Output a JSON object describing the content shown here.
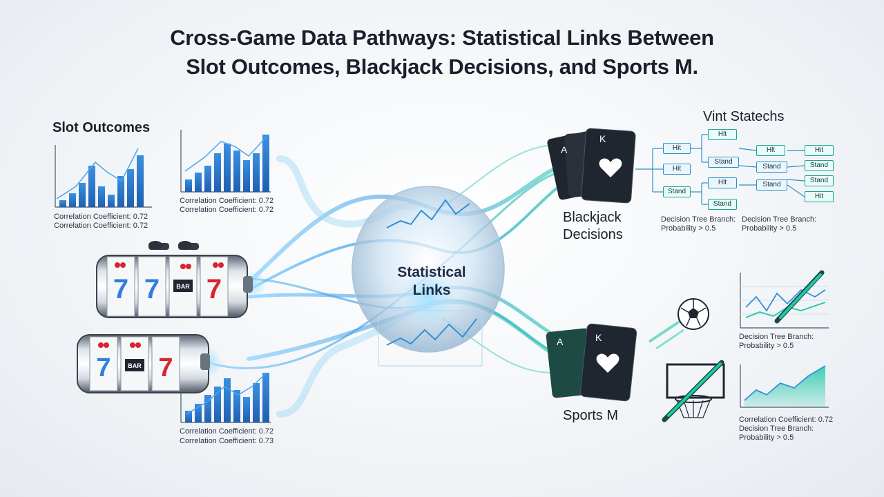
{
  "title": {
    "line1": "Cross-Game Data Pathways: Statistical Links Between",
    "line2": "Slot Outcomes, Blackjack Decisions, and Sports M."
  },
  "slot_section": {
    "heading": "Slot Outcomes",
    "chart1_caption_a": "Correlation Coefficient: 0.72",
    "chart1_caption_b": "Correlation Coefficient: 0.72",
    "chart2_caption_a": "Correlation Coefficient: 0.72",
    "chart2_caption_b": "Correlation Coefficient: 0.72",
    "chart3_caption_a": "Correlation Coefficient: 0.72",
    "chart3_caption_b": "Correlation Coefficient: 0.73",
    "bar_label": "BAR"
  },
  "center": {
    "label_line1": "Statistical",
    "label_line2": "Links"
  },
  "blackjack_section": {
    "label_line1": "Blackjack",
    "label_line2": "Decisions",
    "tree_heading": "Vint Statechs",
    "tree_caption_left_a": "Decision Tree Branch:",
    "tree_caption_left_b": "Probability > 0.5",
    "tree_caption_right_a": "Decision Tree Branch:",
    "tree_caption_right_b": "Probability > 0.5",
    "tree_nodes": {
      "n1": "Hit",
      "n2": "Hit",
      "n3": "Stand",
      "n4": "Hlt",
      "n5": "Stand",
      "n6": "Hlt",
      "n7": "Stand",
      "n8": "Hlt",
      "n9": "Stand",
      "n10": "Stand",
      "n11": "Hit",
      "n12": "Stand",
      "n13": "Stand",
      "n14": "Hit"
    }
  },
  "sports_section": {
    "label": "Sports M",
    "chart_top_caption_a": "Decision Tree Branch:",
    "chart_top_caption_b": "Probability > 0.5",
    "chart_bottom_caption_a": "Correlation Coefficient: 0.72",
    "chart_bottom_caption_b": "Decision Tree Branch:",
    "chart_bottom_caption_c": "Probability > 0.5"
  },
  "cards": {
    "rank_a": "A",
    "rank_k": "K"
  },
  "colors": {
    "accent_teal": "#1fc9a8",
    "accent_blue": "#2f8fdb",
    "card_dark": "#1f2630",
    "card_green": "#1d4a43"
  }
}
